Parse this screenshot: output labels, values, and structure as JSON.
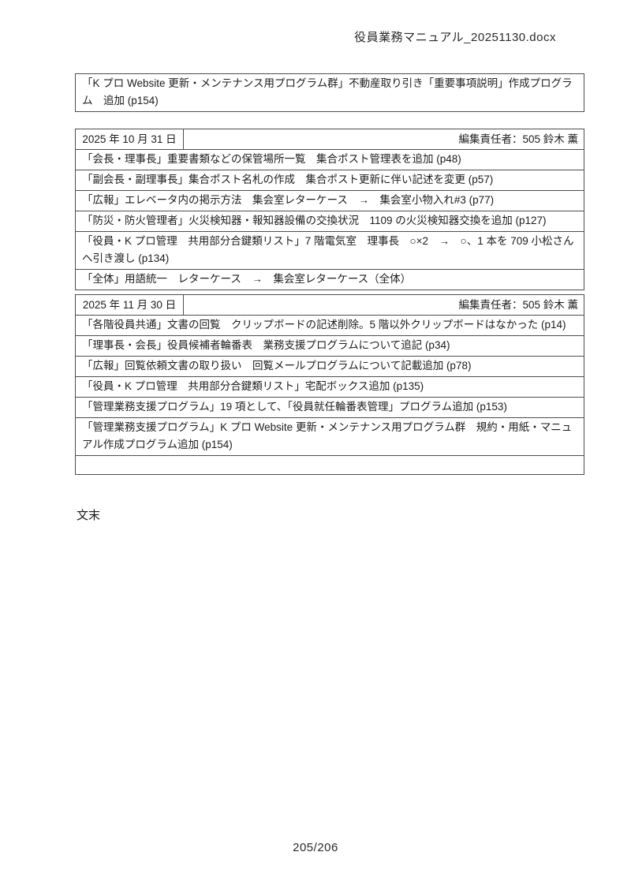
{
  "document": {
    "filename": "役員業務マニュアル_20251130.docx",
    "end_marker": "文末",
    "page_number": "205/206"
  },
  "intro_table": {
    "rows": [
      "「K プロ Website 更新・メンテナンス用プログラム群」不動産取り引き「重要事項説明」作成プログラム　追加 (p154)"
    ]
  },
  "sections": [
    {
      "date": "2025 年 10 月 31 日",
      "editor": "編集責任者：505 鈴木 薫",
      "rows": [
        "「会長・理事長」重要書類などの保管場所一覧　集合ポスト管理表を追加 (p48)",
        "「副会長・副理事長」集合ポスト名札の作成　集合ポスト更新に伴い記述を変更 (p57)",
        "「広報」エレベータ内の掲示方法　集会室レターケース　→　集会室小物入れ#3 (p77)",
        "「防災・防火管理者」火災検知器・報知器設備の交換状況　1109 の火災検知器交換を追加 (p127)",
        "「役員・K プロ管理　共用部分合鍵類リスト」7 階電気室　理事長　○×2　→　○、1 本を 709 小松さんへ引き渡し (p134)",
        "「全体」用語統一　レターケース　→　集会室レターケース（全体）"
      ]
    },
    {
      "date": "2025 年 11 月 30 日",
      "editor": "編集責任者：505 鈴木 薫",
      "rows": [
        "「各階役員共通」文書の回覧　クリップボードの記述削除。5 階以外クリップボードはなかった (p14)",
        "「理事長・会長」役員候補者輪番表　業務支援プログラムについて追記 (p34)",
        "「広報」回覧依頼文書の取り扱い　回覧メールプログラムについて記載追加 (p78)",
        "「役員・K プロ管理　共用部分合鍵類リスト」宅配ボックス追加 (p135)",
        "「管理業務支援プログラム」19 項として、「役員就任輪番表管理」プログラム追加 (p153)",
        "「管理業務支援プログラム」K プロ Website 更新・メンテナンス用プログラム群　規約・用紙・マニュアル作成プログラム追加 (p154)",
        ""
      ]
    }
  ],
  "colors": {
    "border": "#4d4d4d",
    "text": "#1c1c1c",
    "background": "#ffffff"
  }
}
